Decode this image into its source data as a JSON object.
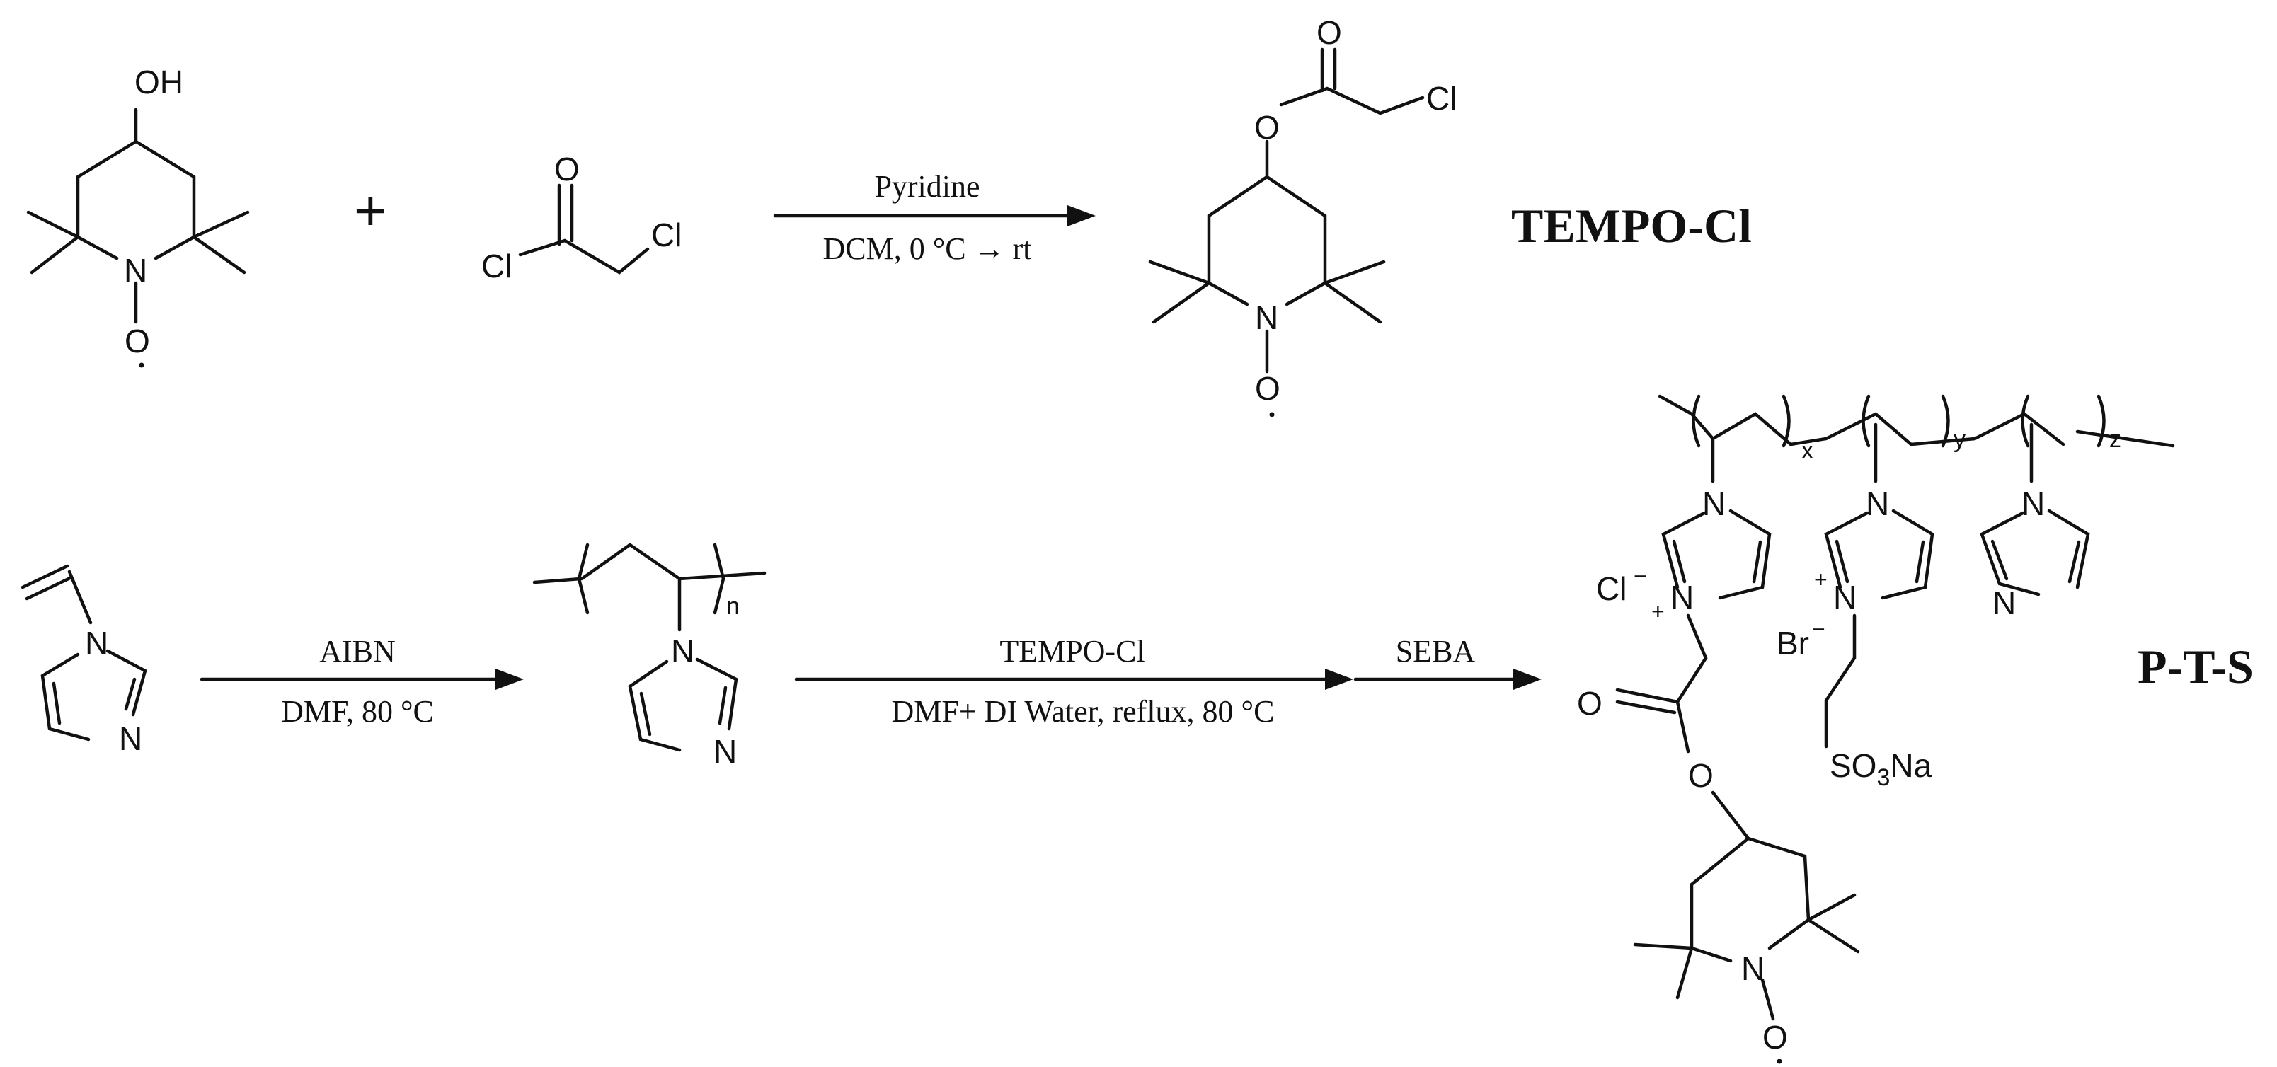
{
  "compounds": {
    "tempo_oh": {
      "oh": "OH",
      "n": "N",
      "o": "O"
    },
    "plus_sign": "+",
    "chloroacetyl_chloride": {
      "o": "O",
      "cl_left": "Cl",
      "cl_right": "Cl"
    },
    "tempo_cl": {
      "o_carbonyl": "O",
      "cl": "Cl",
      "o_ester": "O",
      "n": "N",
      "o_radical": "O",
      "name": "TEMPO-Cl"
    },
    "vinylimidazole": {
      "n1": "N",
      "n3": "N"
    },
    "pvim": {
      "n1": "N",
      "n3": "N",
      "subscript": "n"
    },
    "pts": {
      "sub_x": "x",
      "sub_y": "y",
      "sub_z": "z",
      "n": "N",
      "cl_minus": "Cl",
      "br_minus": "Br",
      "minus": "−",
      "plus": "+",
      "o_carbonyl": "O",
      "o_ester": "O",
      "o_radical": "O",
      "so3na_prefix": "SO",
      "so3na_sub": "3",
      "so3na_suffix": "Na",
      "name": "P-T-S"
    }
  },
  "reactions": [
    {
      "above": "Pyridine",
      "below": "DCM, 0 °C → rt"
    },
    {
      "above": "AIBN",
      "below": "DMF, 80 °C"
    },
    {
      "above": "TEMPO-Cl",
      "below": "DMF+ DI Water, reflux, 80 °C"
    },
    {
      "above": "SEBA",
      "below": ""
    }
  ]
}
